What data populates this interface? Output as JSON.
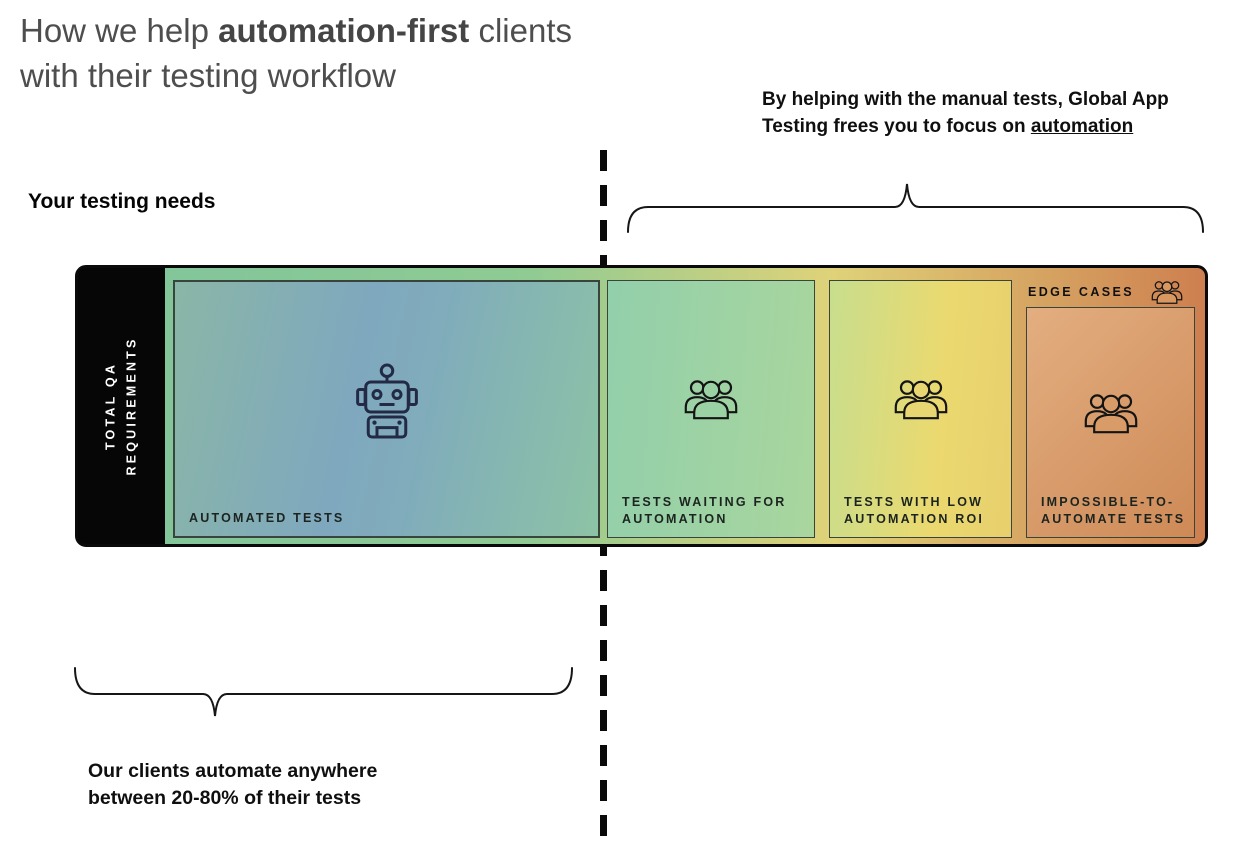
{
  "title": {
    "line1_prefix": "How we help ",
    "line1_bold": "automation-first",
    "line1_suffix": " clients",
    "line2": "with their testing workflow"
  },
  "note": {
    "line1": "By helping with the manual tests, Global App",
    "line2_prefix": "Testing frees you to focus on ",
    "line2_underlined": "automation"
  },
  "axis_label": "Your testing needs",
  "bar": {
    "side_label_line1": "TOTAL QA",
    "side_label_line2": "REQUIREMENTS",
    "edge_cases_label": "EDGE CASES",
    "cards": [
      {
        "label": "AUTOMATED TESTS",
        "icon": "robot-icon"
      },
      {
        "label": "TESTS WAITING FOR AUTOMATION",
        "icon": "people-icon"
      },
      {
        "label": "TESTS WITH LOW AUTOMATION ROI",
        "icon": "people-icon"
      },
      {
        "label": "IMPOSSIBLE-TO-AUTOMATE TESTS",
        "icon": "people-icon"
      }
    ]
  },
  "caption": {
    "line1": "Our clients automate anywhere",
    "line2": "between 20-80% of their tests"
  },
  "colors": {
    "gradient_green": "#7FC49C",
    "gradient_yellow": "#DFD279",
    "gradient_orange": "#CE7F4F",
    "card1_blue": "#80A8BE",
    "bar_border": "#0a0a0a",
    "title_gray": "#4e4e4e",
    "text_black": "#0f0f0f"
  }
}
